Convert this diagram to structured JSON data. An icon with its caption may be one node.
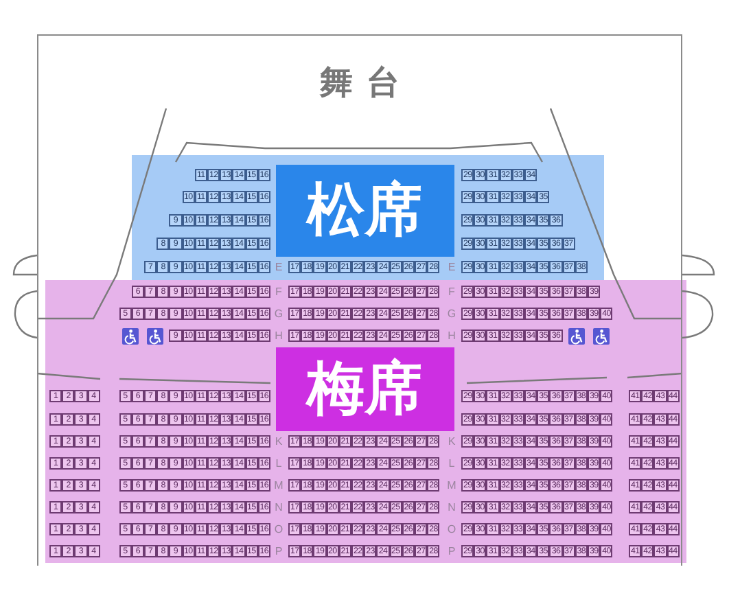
{
  "diagram": {
    "nodes": [
      {
        "text": [
          "舞台"
        ]
      },
      {
        "text": [
          "松席"
        ],
        "in": 0
      },
      {
        "text": [
          "梅席"
        ],
        "in": 0
      }
    ],
    "labels": [
      "11",
      "12",
      "13",
      "14",
      "15",
      "16",
      "29",
      "30",
      "31",
      "32",
      "33",
      "34",
      "10",
      "11",
      "12",
      "13",
      "14",
      "15",
      "16",
      "29",
      "30",
      "31",
      "32",
      "33",
      "34",
      "35",
      "9",
      "10",
      "11",
      "12",
      "13",
      "14",
      "15",
      "16",
      "29",
      "30",
      "31",
      "32",
      "33",
      "34",
      "35",
      "36",
      "8",
      "9",
      "10",
      "11",
      "12",
      "13",
      "14",
      "15",
      "16",
      "29",
      "30",
      "31",
      "32",
      "33",
      "34",
      "35",
      "36",
      "37",
      "7",
      "8",
      "9",
      "10",
      "11",
      "12",
      "13",
      "14",
      "15",
      "16",
      "E",
      "17",
      "18",
      "19",
      "20",
      "21",
      "22",
      "23",
      "24",
      "25",
      "26",
      "27",
      "28",
      "E",
      "29",
      "30",
      "31",
      "32",
      "33",
      "34",
      "35",
      "36",
      "37",
      "38",
      "6",
      "7",
      "8",
      "9",
      "10",
      "11",
      "12",
      "13",
      "14",
      "15",
      "16",
      "F",
      "17",
      "18",
      "19",
      "20",
      "21",
      "22",
      "23",
      "24",
      "25",
      "26",
      "27",
      "28",
      "F",
      "29",
      "30",
      "31",
      "32",
      "33",
      "34",
      "35",
      "36",
      "37",
      "38",
      "39",
      "5",
      "6",
      "7",
      "8",
      "9",
      "10",
      "11",
      "12",
      "13",
      "14",
      "15",
      "16",
      "G",
      "17",
      "18",
      "19",
      "20",
      "21",
      "22",
      "23",
      "24",
      "25",
      "26",
      "27",
      "28",
      "G",
      "29",
      "30",
      "31",
      "32",
      "33",
      "34",
      "35",
      "36",
      "37",
      "38",
      "39",
      "40",
      "9",
      "10",
      "11",
      "12",
      "13",
      "14",
      "15",
      "16",
      "H",
      "17",
      "18",
      "19",
      "20",
      "21",
      "22",
      "23",
      "24",
      "25",
      "26",
      "27",
      "28",
      "H",
      "29",
      "30",
      "31",
      "32",
      "33",
      "34",
      "35",
      "36",
      "1",
      "2",
      "3",
      "4",
      "5",
      "6",
      "7",
      "8",
      "9",
      "10",
      "11",
      "12",
      "13",
      "14",
      "15",
      "16",
      "29",
      "30",
      "31",
      "32",
      "33",
      "34",
      "35",
      "36",
      "37",
      "38",
      "39",
      "40",
      "41",
      "42",
      "43",
      "44",
      "1",
      "2",
      "3",
      "4",
      "5",
      "6",
      "7",
      "8",
      "9",
      "10",
      "11",
      "12",
      "13",
      "14",
      "15",
      "16",
      "29",
      "30",
      "31",
      "32",
      "33",
      "34",
      "35",
      "36",
      "37",
      "38",
      "39",
      "40",
      "41",
      "42",
      "43",
      "44",
      "1",
      "2",
      "3",
      "4",
      "5",
      "6",
      "7",
      "8",
      "9",
      "10",
      "11",
      "12",
      "13",
      "14",
      "15",
      "16",
      "K",
      "17",
      "18",
      "19",
      "20",
      "21",
      "22",
      "23",
      "24",
      "25",
      "26",
      "27",
      "28",
      "K",
      "29",
      "30",
      "31",
      "32",
      "33",
      "34",
      "35",
      "36",
      "37",
      "38",
      "39",
      "40",
      "41",
      "42",
      "43",
      "44",
      "1",
      "2",
      "3",
      "4",
      "5",
      "6",
      "7",
      "8",
      "9",
      "10",
      "11",
      "12",
      "13",
      "14",
      "15",
      "16",
      "L",
      "17",
      "18",
      "19",
      "20",
      "21",
      "22",
      "23",
      "24",
      "25",
      "26",
      "27",
      "28",
      "L",
      "29",
      "30",
      "31",
      "32",
      "33",
      "34",
      "35",
      "36",
      "37",
      "38",
      "39",
      "40",
      "41",
      "42",
      "43",
      "44",
      "1",
      "2",
      "3",
      "4",
      "5",
      "6",
      "7",
      "8",
      "9",
      "10",
      "11",
      "12",
      "13",
      "14",
      "15",
      "16",
      "M",
      "17",
      "18",
      "19",
      "20",
      "21",
      "22",
      "23",
      "24",
      "25",
      "26",
      "27",
      "28",
      "M",
      "29",
      "30",
      "31",
      "32",
      "33",
      "34",
      "35",
      "36",
      "37",
      "38",
      "39",
      "40",
      "41",
      "42",
      "43",
      "44",
      "1",
      "2",
      "3",
      "4",
      "5",
      "6",
      "7",
      "8",
      "9",
      "10",
      "11",
      "12",
      "13",
      "14",
      "15",
      "16",
      "N",
      "17",
      "18",
      "19",
      "20",
      "21",
      "22",
      "23",
      "24",
      "25",
      "26",
      "27",
      "28",
      "N",
      "29",
      "30",
      "31",
      "32",
      "33",
      "34",
      "35",
      "36",
      "37",
      "38",
      "39",
      "40",
      "41",
      "42",
      "43",
      "44",
      "1",
      "2",
      "3",
      "4",
      "5",
      "6",
      "7",
      "8",
      "9",
      "10",
      "11",
      "12",
      "13",
      "14",
      "15",
      "16",
      "O",
      "17",
      "18",
      "19",
      "20",
      "21",
      "22",
      "23",
      "24",
      "25",
      "26",
      "27",
      "28",
      "O",
      "29",
      "30",
      "31",
      "32",
      "33",
      "34",
      "35",
      "36",
      "37",
      "38",
      "39",
      "40",
      "41",
      "42",
      "43",
      "44",
      "1",
      "2",
      "3",
      "4",
      "5",
      "6",
      "7",
      "8",
      "9",
      "10",
      "11",
      "12",
      "13",
      "14",
      "15",
      "16",
      "P",
      "17",
      "18",
      "19",
      "20",
      "21",
      "22",
      "23",
      "24",
      "25",
      "26",
      "27",
      "28",
      "P",
      "29",
      "30",
      "31",
      "32",
      "33",
      "34",
      "35",
      "36",
      "37",
      "38",
      "39",
      "40",
      "41",
      "42",
      "43",
      "44"
    ]
  }
}
